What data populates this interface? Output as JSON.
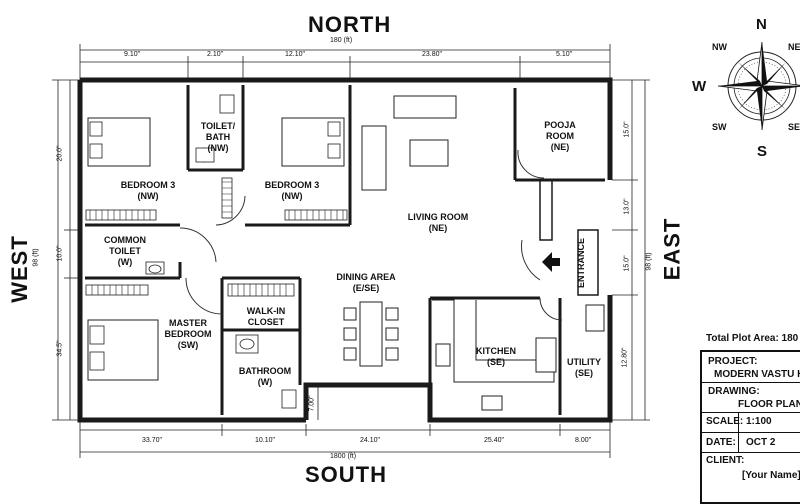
{
  "directions": {
    "north": "NORTH",
    "south": "SOUTH",
    "west": "WEST",
    "east": "EAST"
  },
  "compass": {
    "n": "N",
    "s": "S",
    "w": "W",
    "nw": "NW",
    "ne": "NE",
    "sw": "SW",
    "se": "SE"
  },
  "top_overall": "180 (ft)",
  "bottom_overall": "1800 (ft)",
  "left_overall": "98 (ft)",
  "right_overall": "98 (ft)",
  "top_dims": [
    "9.10\"",
    "2.10\"",
    "12.10\"",
    "23.80\"",
    "5.10\""
  ],
  "bottom_dims": [
    "33.70\"",
    "10.10\"",
    "24.10\"",
    "25.40\"",
    "8.00\""
  ],
  "left_dims": [
    "20.0\"",
    "10.0\"",
    "34.5\""
  ],
  "right_dims": [
    "15.0\"",
    "13.0\"",
    "15.0\"",
    "12.80\""
  ],
  "small_dim": "7.00\"",
  "rooms": {
    "bedroom_nw_left": [
      "BEDROOM 3",
      "(NW)"
    ],
    "toilet_bath": [
      "TOILET/",
      "BATH",
      "(NW)"
    ],
    "bedroom_nw_right": [
      "BEDROOM 3",
      "(NW)"
    ],
    "pooja": [
      "POOJA",
      "ROOM",
      "(NE)"
    ],
    "living": [
      "LIVING ROOM",
      "(NE)"
    ],
    "common_toilet": [
      "COMMON",
      "TOILET",
      "(W)"
    ],
    "dining": [
      "DINING AREA",
      "(E/SE)"
    ],
    "walk_in": [
      "WALK-IN",
      "CLOSET"
    ],
    "master": [
      "MASTER",
      "BEDROOM",
      "(SW)"
    ],
    "bathroom": [
      "BATHROOM",
      "(W)"
    ],
    "kitchen": [
      "KITCHEN",
      "(SE)"
    ],
    "utility": [
      "UTILITY",
      "(SE)"
    ],
    "entrance": "ENTRANCE"
  },
  "title_block": {
    "total": "Total Plot Area: 180",
    "project_label": "PROJECT:",
    "project_value": "MODERN VASTU H",
    "drawing_label": "DRAWING:",
    "drawing_value": "FLOOR PLAN",
    "scale_label": "SCALE:",
    "scale_value": "1:100",
    "date_label": "DATE:",
    "date_value": "OCT 2",
    "client_label": "CLIENT:",
    "client_value": "[Your Name]"
  }
}
